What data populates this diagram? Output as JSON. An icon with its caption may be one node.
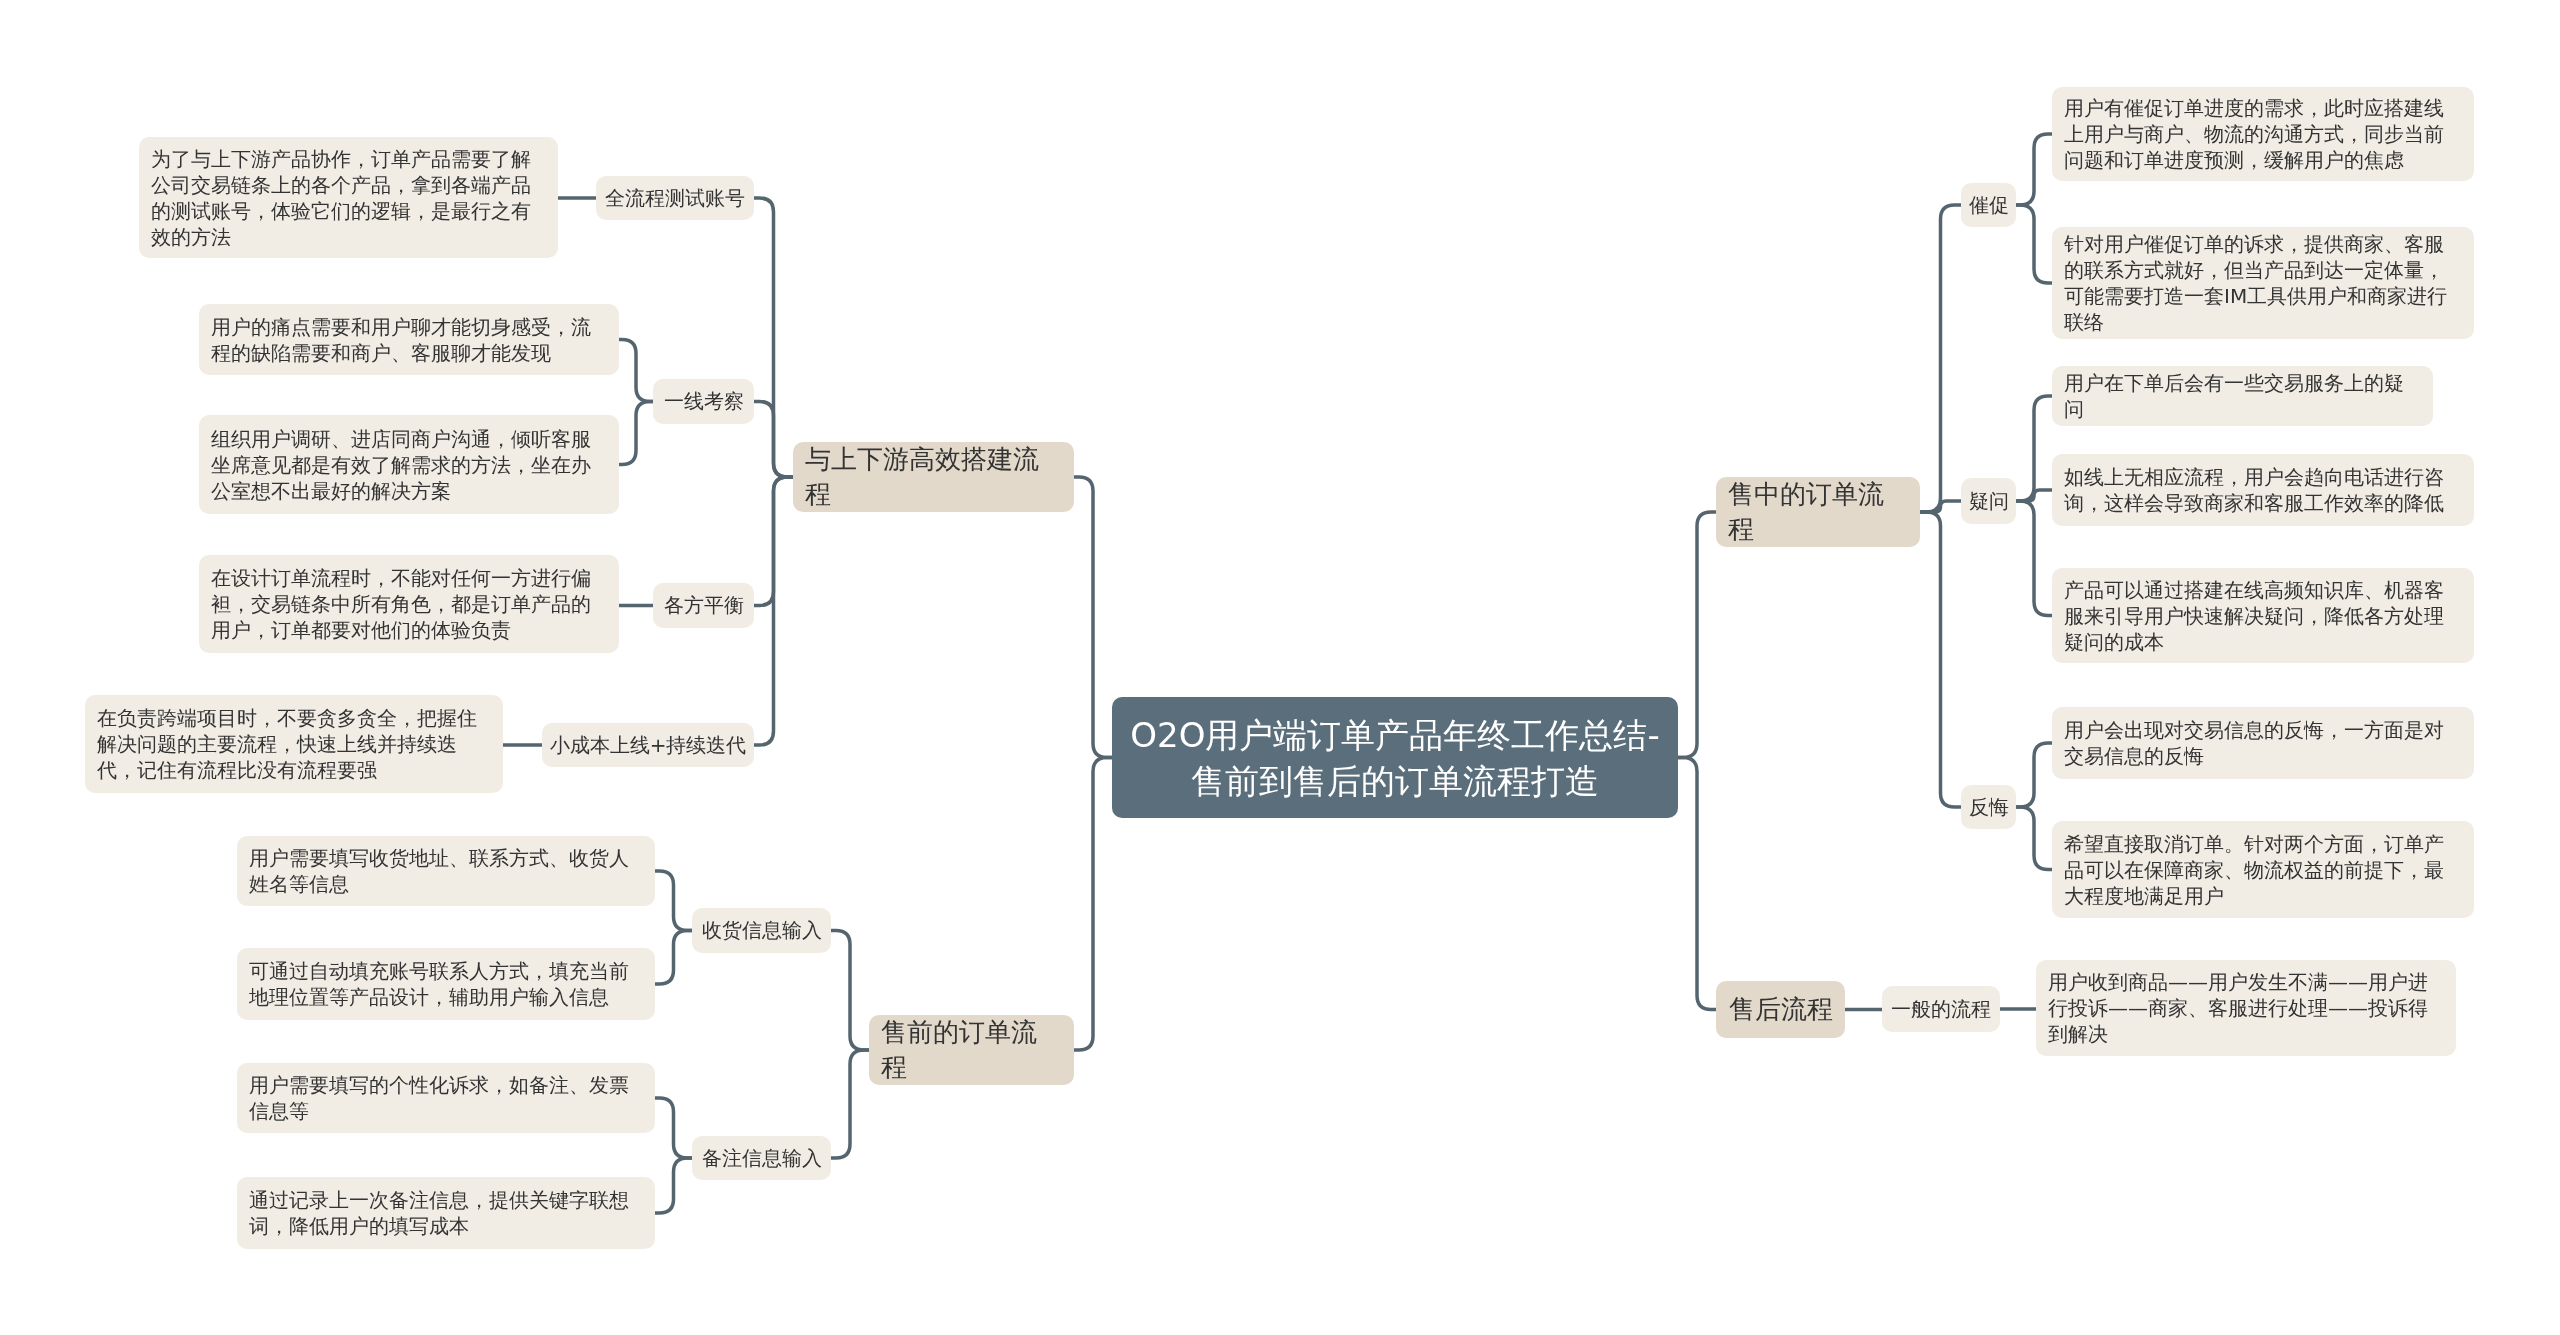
{
  "diagram": {
    "nodes": [
      {
        "text": [
          "O2O用户端订单产品年终工作总结-售前到售后的订单流程打造"
        ]
      },
      {
        "text": [
          "与上下游高效搭建流程"
        ]
      },
      {
        "text": [
          "全流程测试账号"
        ]
      },
      {
        "text": [
          "为了与上下游产品协作，订单产品需要了解公司交易链条上的各个产品，拿到各端产品的测试账号，体验它们的逻辑，是最行之有效的方法"
        ]
      },
      {
        "text": [
          "一线考察"
        ]
      },
      {
        "text": [
          "用户的痛点需要和用户聊才能切身感受，流程的缺陷需要和商户、客服聊才能发现"
        ]
      },
      {
        "text": [
          "组织用户调研、进店同商户沟通，倾听客服坐席意见都是有效了解需求的方法，坐在办公室想不出最好的解决方案"
        ]
      },
      {
        "text": [
          "各方平衡"
        ]
      },
      {
        "text": [
          "在设计订单流程时，不能对任何一方进行偏袒，交易链条中所有角色，都是订单产品的用户，订单都要对他们的体验负责"
        ]
      },
      {
        "text": [
          "小成本上线+持续迭代"
        ]
      },
      {
        "text": [
          "在负责跨端项目时，不要贪多贪全，把握住解决问题的主要流程，快速上线并持续迭代，记住有流程比没有流程要强"
        ]
      },
      {
        "text": [
          "售前的订单流程"
        ]
      },
      {
        "text": [
          "收货信息输入"
        ]
      },
      {
        "text": [
          "用户需要填写收货地址、联系方式、收货人姓名等信息"
        ]
      },
      {
        "text": [
          "可通过自动填充账号联系人方式，填充当前地理位置等产品设计，辅助用户输入信息"
        ]
      },
      {
        "text": [
          "备注信息输入"
        ]
      },
      {
        "text": [
          "用户需要填写的个性化诉求，如备注、发票信息等"
        ]
      },
      {
        "text": [
          "通过记录上一次备注信息，提供关键字联想词，降低用户的填写成本"
        ]
      },
      {
        "text": [
          "售中的订单流程"
        ]
      },
      {
        "text": [
          "催促"
        ]
      },
      {
        "text": [
          "用户有催促订单进度的需求，此时应搭建线上用户与商户、物流的沟通方式，同步当前问题和订单进度预测，缓解用户的焦虑"
        ]
      },
      {
        "text": [
          "针对用户催促订单的诉求，提供商家、客服的联系方式就好，但当产品到达一定体量，可能需要打造一套IM工具供用户和商家进行联络"
        ]
      },
      {
        "text": [
          "疑问"
        ]
      },
      {
        "text": [
          "用户在下单后会有一些交易服务上的疑问"
        ]
      },
      {
        "text": [
          "如线上无相应流程，用户会趋向电话进行咨询，这样会导致商家和客服工作效率的降低"
        ]
      },
      {
        "text": [
          "产品可以通过搭建在线高频知识库、机器客服来引导用户快速解决疑问，降低各方处理疑问的成本"
        ]
      },
      {
        "text": [
          "反悔"
        ]
      },
      {
        "text": [
          "用户会出现对交易信息的反悔，一方面是对交易信息的反悔"
        ]
      },
      {
        "text": [
          "希望直接取消订单。针对两个方面，订单产品可以在保障商家、物流权益的前提下，最大程度地满足用户"
        ]
      },
      {
        "text": [
          "售后流程"
        ]
      },
      {
        "text": [
          "一般的流程"
        ]
      },
      {
        "text": [
          "用户收到商品——用户发生不满——用户进行投诉——商家、客服进行处理——投诉得到解决"
        ]
      }
    ],
    "edges": [
      {
        "from": 0,
        "to": 1,
        "arrow": "none"
      },
      {
        "from": 1,
        "to": 2,
        "arrow": "none"
      },
      {
        "from": 2,
        "to": 3,
        "arrow": "none"
      },
      {
        "from": 1,
        "to": 4,
        "arrow": "none"
      },
      {
        "from": 4,
        "to": 5,
        "arrow": "none"
      },
      {
        "from": 4,
        "to": 6,
        "arrow": "none"
      },
      {
        "from": 1,
        "to": 7,
        "arrow": "none"
      },
      {
        "from": 7,
        "to": 8,
        "arrow": "none"
      },
      {
        "from": 1,
        "to": 9,
        "arrow": "none"
      },
      {
        "from": 9,
        "to": 10,
        "arrow": "none"
      },
      {
        "from": 0,
        "to": 11,
        "arrow": "none"
      },
      {
        "from": 11,
        "to": 12,
        "arrow": "none"
      },
      {
        "from": 12,
        "to": 13,
        "arrow": "none"
      },
      {
        "from": 12,
        "to": 14,
        "arrow": "none"
      },
      {
        "from": 11,
        "to": 15,
        "arrow": "none"
      },
      {
        "from": 15,
        "to": 16,
        "arrow": "none"
      },
      {
        "from": 15,
        "to": 17,
        "arrow": "none"
      },
      {
        "from": 0,
        "to": 18,
        "arrow": "none"
      },
      {
        "from": 18,
        "to": 19,
        "arrow": "none"
      },
      {
        "from": 19,
        "to": 20,
        "arrow": "none"
      },
      {
        "from": 19,
        "to": 21,
        "arrow": "none"
      },
      {
        "from": 18,
        "to": 22,
        "arrow": "none"
      },
      {
        "from": 22,
        "to": 23,
        "arrow": "none"
      },
      {
        "from": 22,
        "to": 24,
        "arrow": "none"
      },
      {
        "from": 22,
        "to": 25,
        "arrow": "none"
      },
      {
        "from": 18,
        "to": 26,
        "arrow": "none"
      },
      {
        "from": 26,
        "to": 27,
        "arrow": "none"
      },
      {
        "from": 26,
        "to": 28,
        "arrow": "none"
      },
      {
        "from": 0,
        "to": 29,
        "arrow": "none"
      },
      {
        "from": 29,
        "to": 30,
        "arrow": "none"
      },
      {
        "from": 30,
        "to": 31,
        "arrow": "none"
      }
    ]
  }
}
